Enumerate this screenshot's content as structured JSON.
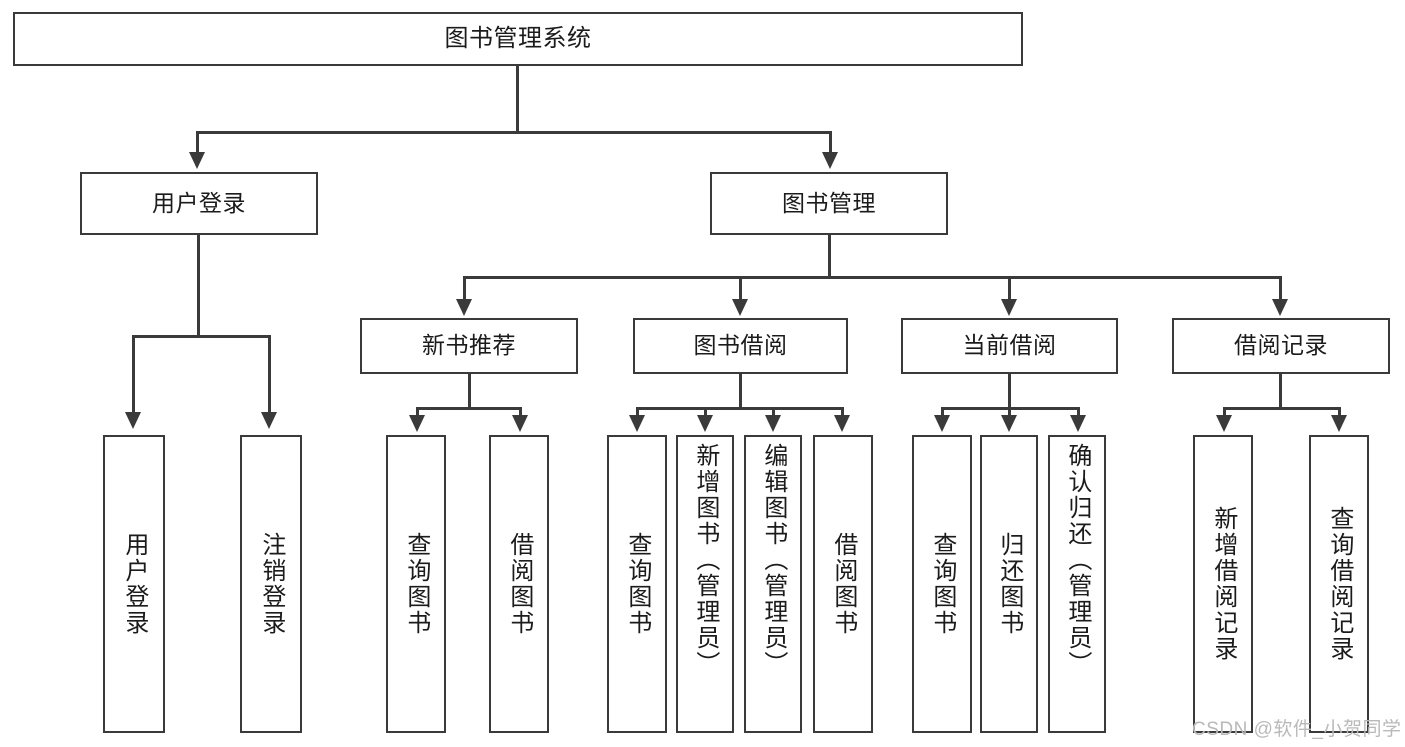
{
  "diagram": {
    "type": "tree-hierarchy",
    "title": "图书管理系统",
    "root": {
      "label": "图书管理系统"
    },
    "level1": [
      {
        "label": "用户登录"
      },
      {
        "label": "图书管理"
      }
    ],
    "level2": [
      {
        "label": "新书推荐"
      },
      {
        "label": "图书借阅"
      },
      {
        "label": "当前借阅"
      },
      {
        "label": "借阅记录"
      }
    ],
    "leaves": {
      "user_login": [
        {
          "label": "用户登录"
        },
        {
          "label": "注销登录"
        }
      ],
      "new_book_recommend": [
        {
          "label": "查询图书"
        },
        {
          "label": "借阅图书"
        }
      ],
      "book_borrow": [
        {
          "label": "查询图书"
        },
        {
          "label": "新增图书（管理员）"
        },
        {
          "label": "编辑图书（管理员）"
        },
        {
          "label": "借阅图书"
        }
      ],
      "current_borrow": [
        {
          "label": "查询图书"
        },
        {
          "label": "归还图书"
        },
        {
          "label": "确认归还（管理员）"
        }
      ],
      "borrow_record": [
        {
          "label": "新增借阅记录"
        },
        {
          "label": "查询借阅记录"
        }
      ]
    }
  },
  "watermark": {
    "text": "CSDN @软件_小贺同学"
  },
  "colors": {
    "stroke": "#3a3a3a",
    "background": "#ffffff",
    "text": "#1b1b1b",
    "watermark": "#b9b9b9"
  }
}
